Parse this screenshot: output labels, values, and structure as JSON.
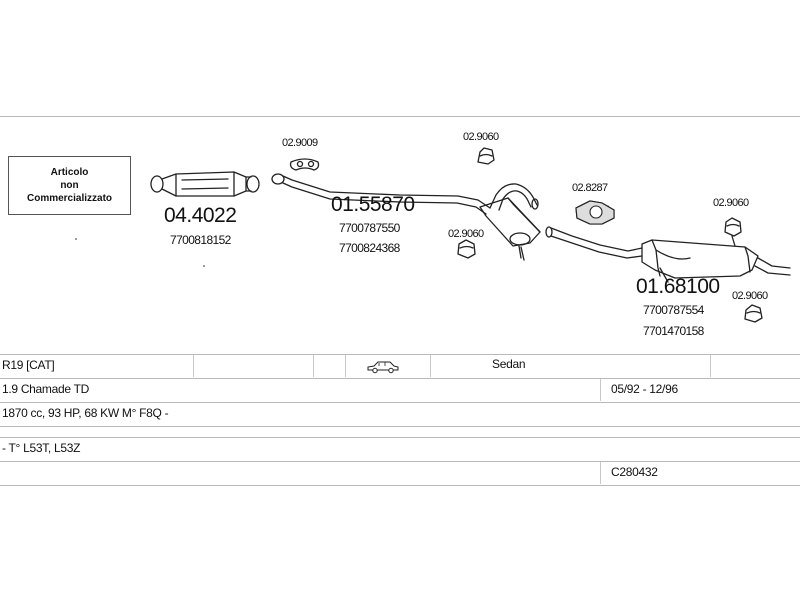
{
  "diagram": {
    "not_sold_box": {
      "line1": "Articolo",
      "line2": "non",
      "line3": "Commercializzato"
    },
    "parts": [
      {
        "code": "04.4022",
        "refs": [
          "7700818152"
        ]
      },
      {
        "code": "01.55870",
        "refs": [
          "7700787550",
          "7700824368"
        ]
      },
      {
        "code": "01.68100",
        "refs": [
          "7700787554",
          "7701470158"
        ]
      }
    ],
    "mounts": [
      "02.9009",
      "02.9060",
      "02.9060",
      "02.8287",
      "02.9060",
      "02.9060"
    ]
  },
  "table": {
    "model": "R19  [CAT]",
    "body_type": "Sedan",
    "car_icon": "sedan-car-icon",
    "version": "1.9 Chamade TD",
    "years": "05/92 - 12/96",
    "engine": "1870 cc, 93 HP, 68 KW M° F8Q -",
    "empty_row": "",
    "type_codes": "- T° L53T, L53Z",
    "catalog_code": "C280432"
  }
}
